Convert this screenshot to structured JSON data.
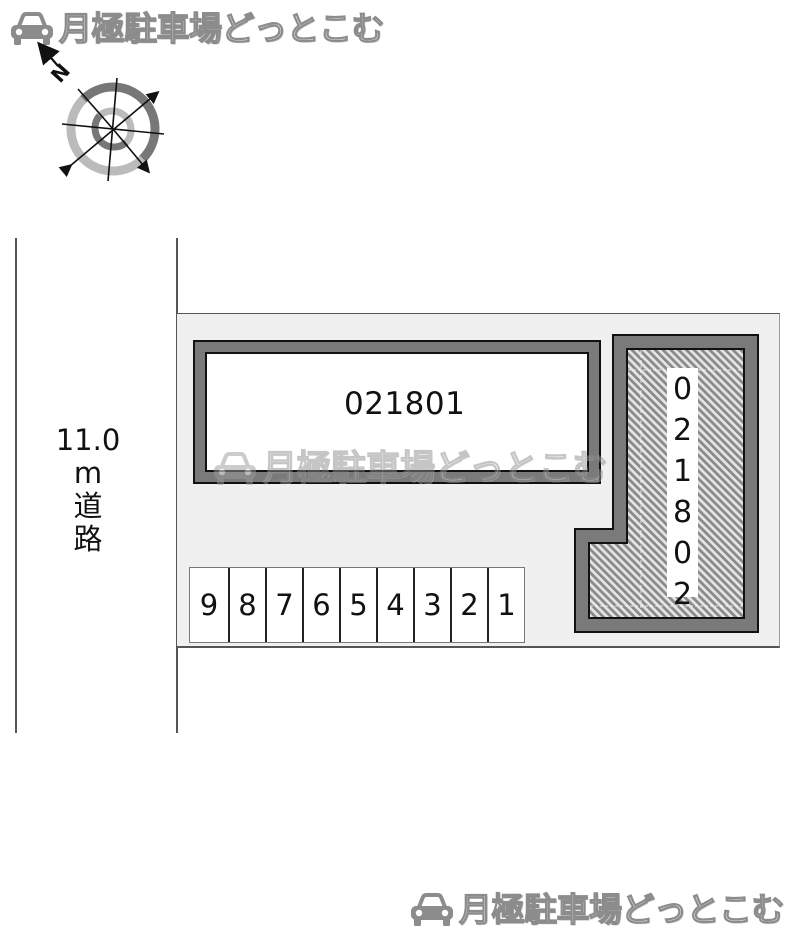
{
  "brand": {
    "name": "月極駐車場どっとこむ",
    "icon": "car-icon",
    "watermark": "月極駐車場どっとこむ",
    "footer": "月極駐車場どっとこむ"
  },
  "compass": {
    "north_label": "N",
    "icon": "compass-rose-icon"
  },
  "road": {
    "label_lines": [
      "11.0",
      "m",
      "道",
      "路"
    ],
    "width_value": "11.0",
    "width_unit": "m",
    "name": "道路"
  },
  "buildings": [
    {
      "id": "021801",
      "type": "building-outline"
    },
    {
      "id": "021802",
      "type": "hatched-building-l-shape"
    }
  ],
  "parking": {
    "stalls": [
      {
        "number": "9"
      },
      {
        "number": "8"
      },
      {
        "number": "7"
      },
      {
        "number": "6"
      },
      {
        "number": "5"
      },
      {
        "number": "4"
      },
      {
        "number": "3"
      },
      {
        "number": "2"
      },
      {
        "number": "1"
      }
    ]
  },
  "colors": {
    "lot_fill": "#f0f0f0",
    "wall_gray": "#7a7a7a",
    "wall_outline": "#111111",
    "hatch_dark": "#8a8a8a",
    "hatch_light": "#e6e6e6",
    "compass_dark": "#777777",
    "compass_light": "#bbbbbb",
    "logo_gray": "#8c8c8c"
  }
}
